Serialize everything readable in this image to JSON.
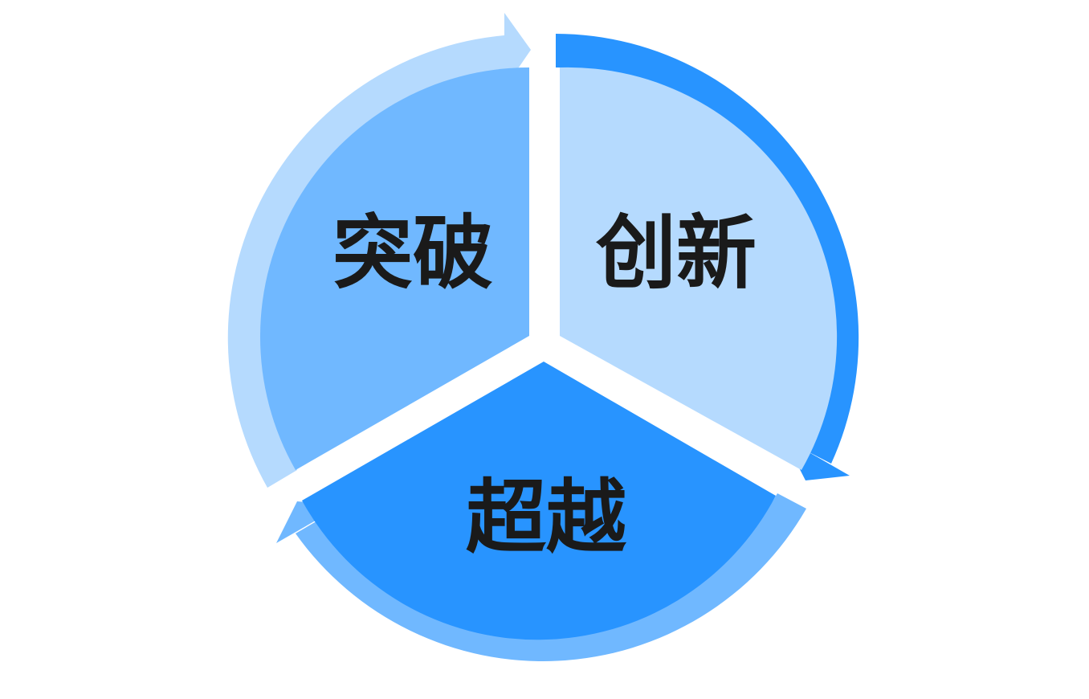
{
  "diagram": {
    "segments": [
      {
        "id": "innovate",
        "label": "创新",
        "fill": "#b5dafe",
        "arrow_color": "#2894ff"
      },
      {
        "id": "surpass",
        "label": "超越",
        "fill": "#2894ff",
        "arrow_color": "#70b8ff"
      },
      {
        "id": "breakthrough",
        "label": "突破",
        "fill": "#70b8ff",
        "arrow_color": "#b5dafe"
      }
    ],
    "background": "#ffffff"
  }
}
